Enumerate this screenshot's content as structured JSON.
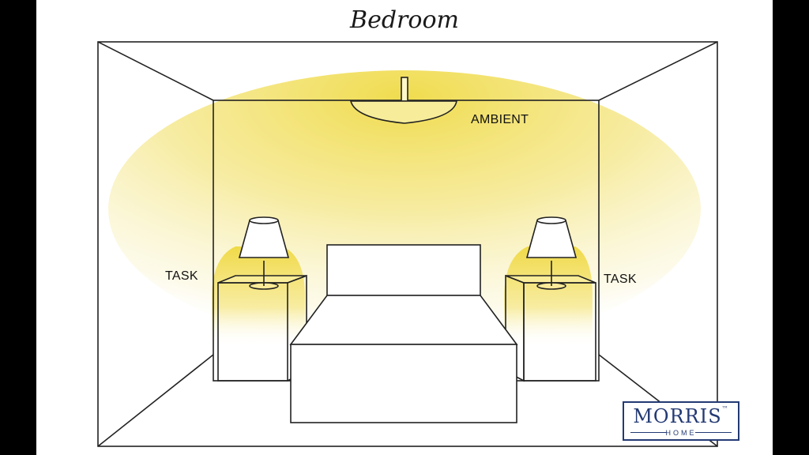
{
  "title": "Bedroom",
  "labels": {
    "ambient": "AMBIENT",
    "task_left": "TASK",
    "task_right": "TASK"
  },
  "logo": {
    "name": "MORRIS",
    "trademark": "™",
    "sub": "HOME",
    "color": "#233a73"
  },
  "colors": {
    "light_glow": "#f2df5a",
    "line": "#222222",
    "background": "#ffffff"
  }
}
